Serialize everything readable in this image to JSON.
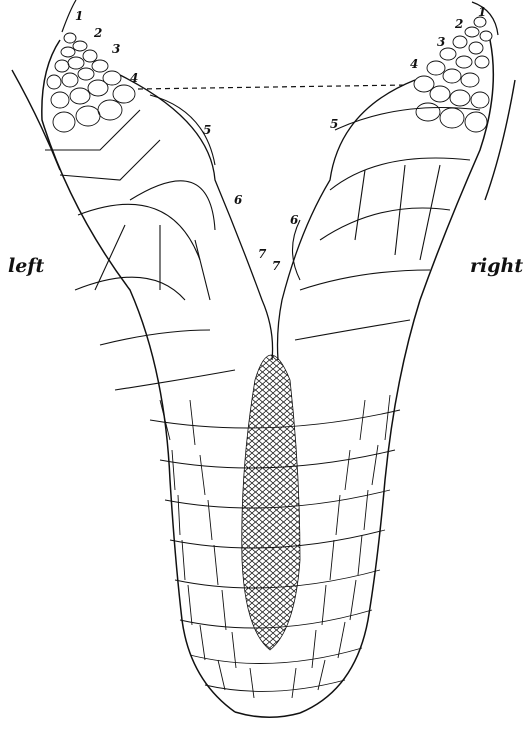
{
  "figure": {
    "side_labels": {
      "left": "left",
      "right": "right"
    },
    "left_numbers": [
      "1",
      "2",
      "3",
      "4",
      "5",
      "6",
      "7"
    ],
    "right_numbers": [
      "1",
      "2",
      "3",
      "4",
      "5",
      "6",
      "7"
    ],
    "colors": {
      "ink": "#111111",
      "paper": "#ffffff"
    }
  }
}
